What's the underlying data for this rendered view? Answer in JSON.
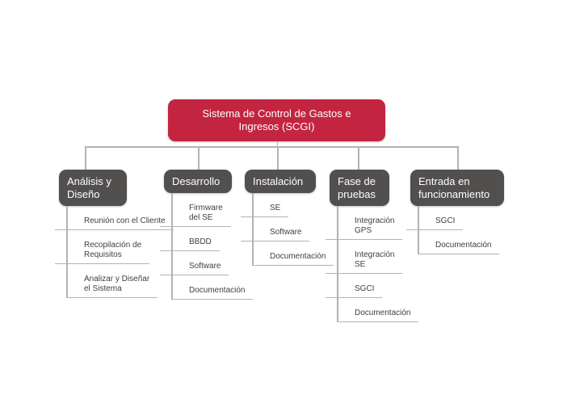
{
  "diagram": {
    "root": {
      "label": "Sistema de Control de Gastos e Ingresos (SCGI)"
    },
    "branches": [
      {
        "label": "Análisis y Diseño",
        "children": [
          "Reunión con el Cliente",
          "Recopilación de\nRequisitos",
          "Analizar y Diseñar\nel Sistema"
        ]
      },
      {
        "label": "Desarrollo",
        "children": [
          "Firmware\ndel SE",
          "BBDD",
          "Software",
          "Documentación"
        ]
      },
      {
        "label": "Instalación",
        "children": [
          "SE",
          "Software",
          "Documentación"
        ]
      },
      {
        "label": "Fase de\npruebas",
        "children": [
          "Integración\nGPS",
          "Integración\nSE",
          "SGCI",
          "Documentación"
        ]
      },
      {
        "label": "Entrada en\nfuncionamiento",
        "children": [
          "SGCI",
          "Documentación"
        ]
      }
    ],
    "colors": {
      "root_bg": "#c32540",
      "branch_bg": "#524f4f",
      "node_text": "#ffffff",
      "connector": "#b3b3b3",
      "subtopic_text": "#3f3f3f"
    }
  }
}
